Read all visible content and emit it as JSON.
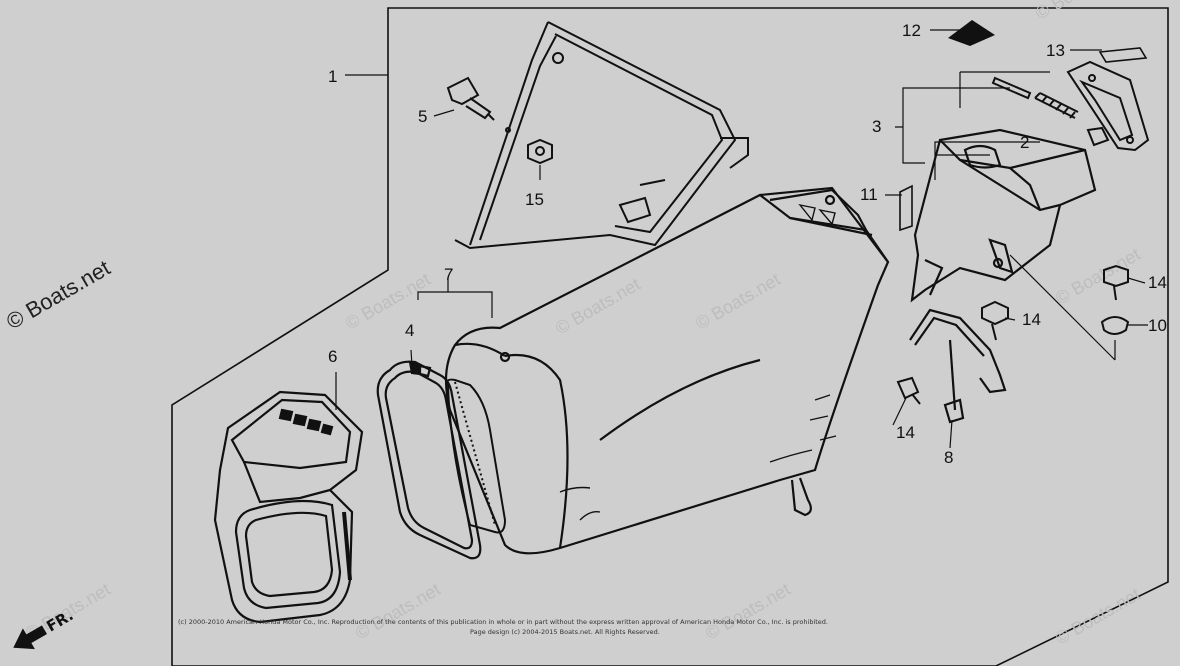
{
  "callouts": {
    "c1": "1",
    "c2": "2",
    "c3": "3",
    "c4": "4",
    "c5": "5",
    "c6": "6",
    "c7": "7",
    "c8": "8",
    "c10": "10",
    "c11": "11",
    "c12": "12",
    "c13": "13",
    "c14a": "14",
    "c14b": "14",
    "c14c": "14",
    "c15": "15"
  },
  "watermark": {
    "main": "© Boats.net",
    "repeat": "© Boats.net"
  },
  "direction_marker": "FR.",
  "copyright_line_1": "(c) 2000-2010 American Honda Motor Co., Inc. Reproduction of the contents of this publication in whole or in part without the express written approval of American Honda Motor Co., Inc. is prohibited.",
  "copyright_line_2": "Page design (c) 2004-2015 Boats.net. All Rights Reserved.",
  "colors": {
    "background": "#cfcfcf",
    "line": "#111111"
  }
}
